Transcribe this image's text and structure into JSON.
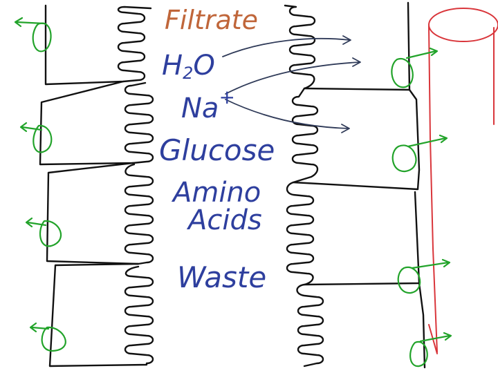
{
  "diagram": {
    "heading": {
      "text": "Filtrate",
      "color": "#c0663a"
    },
    "substances": [
      {
        "id": "h2o",
        "base": "H",
        "sub": "2",
        "tail": "O"
      },
      {
        "id": "na",
        "base": "Na",
        "sup": "+"
      },
      {
        "id": "glucose",
        "text": "Glucose"
      },
      {
        "id": "amino-1",
        "text": "Amino"
      },
      {
        "id": "amino-2",
        "text": "Acids"
      },
      {
        "id": "waste",
        "text": "Waste"
      }
    ],
    "colors": {
      "substance_text": "#2e3f9e",
      "arrows": "#2f3a58",
      "cell_outline": "#111111",
      "pump_circle": "#22a32a",
      "capillary": "#d9353a"
    },
    "cells": {
      "left_count": 4,
      "right_count": 4
    }
  }
}
